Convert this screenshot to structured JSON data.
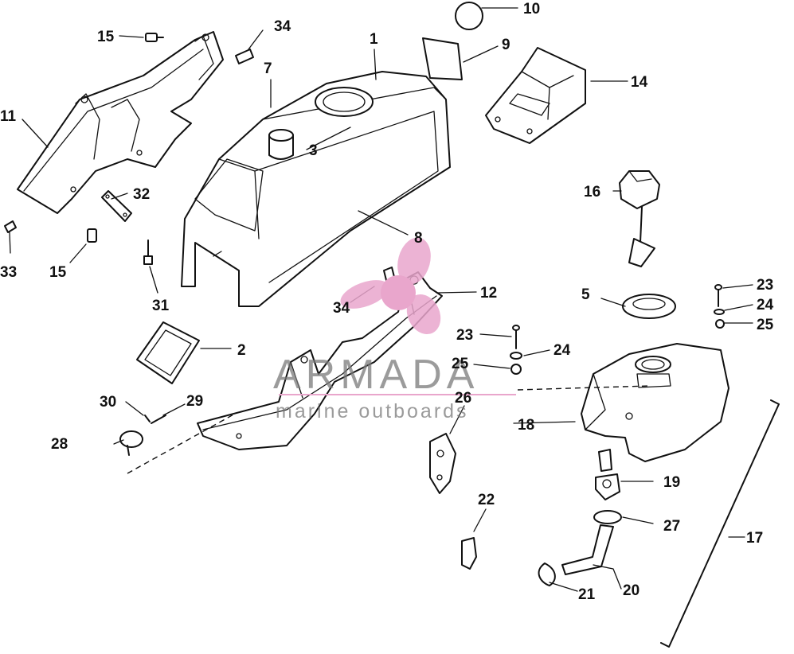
{
  "watermark": {
    "brand": "ARMADA",
    "tagline": "marine outboards",
    "logo_color": "#e9a6cc"
  },
  "callouts": [
    {
      "id": "c1",
      "text": "1"
    },
    {
      "id": "c2",
      "text": "2"
    },
    {
      "id": "c3",
      "text": "3"
    },
    {
      "id": "c5",
      "text": "5"
    },
    {
      "id": "c7",
      "text": "7"
    },
    {
      "id": "c8",
      "text": "8"
    },
    {
      "id": "c9",
      "text": "9"
    },
    {
      "id": "c10",
      "text": "10"
    },
    {
      "id": "c11",
      "text": "11"
    },
    {
      "id": "c12",
      "text": "12"
    },
    {
      "id": "c14",
      "text": "14"
    },
    {
      "id": "c15a",
      "text": "15"
    },
    {
      "id": "c15b",
      "text": "15"
    },
    {
      "id": "c16",
      "text": "16"
    },
    {
      "id": "c17",
      "text": "17"
    },
    {
      "id": "c18",
      "text": "18"
    },
    {
      "id": "c19",
      "text": "19"
    },
    {
      "id": "c20",
      "text": "20"
    },
    {
      "id": "c21",
      "text": "21"
    },
    {
      "id": "c22",
      "text": "22"
    },
    {
      "id": "c23a",
      "text": "23"
    },
    {
      "id": "c23b",
      "text": "23"
    },
    {
      "id": "c24a",
      "text": "24"
    },
    {
      "id": "c24b",
      "text": "24"
    },
    {
      "id": "c25a",
      "text": "25"
    },
    {
      "id": "c25b",
      "text": "25"
    },
    {
      "id": "c26",
      "text": "26"
    },
    {
      "id": "c27",
      "text": "27"
    },
    {
      "id": "c28",
      "text": "28"
    },
    {
      "id": "c29",
      "text": "29"
    },
    {
      "id": "c30",
      "text": "30"
    },
    {
      "id": "c31",
      "text": "31"
    },
    {
      "id": "c32",
      "text": "32"
    },
    {
      "id": "c33",
      "text": "33"
    },
    {
      "id": "c34a",
      "text": "34"
    },
    {
      "id": "c34b",
      "text": "34"
    }
  ]
}
